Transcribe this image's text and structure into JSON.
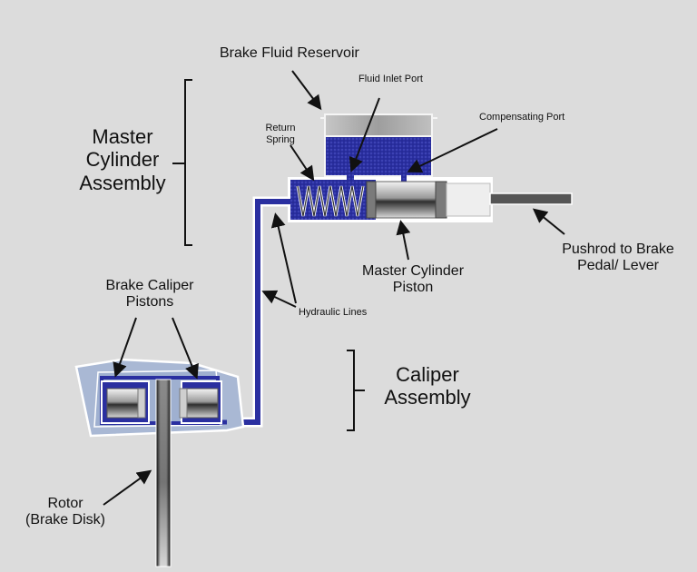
{
  "labels": {
    "reservoir": "Brake Fluid Reservoir",
    "inlet_port": "Fluid Inlet Port",
    "compensating_port": "Compensating Port",
    "return_spring_1": "Return",
    "return_spring_2": "Spring",
    "mc_assembly_1": "Master",
    "mc_assembly_2": "Cylinder",
    "mc_assembly_3": "Assembly",
    "mc_piston_1": "Master Cylinder",
    "mc_piston_2": "Piston",
    "pushrod_1": "Pushrod to Brake",
    "pushrod_2": "Pedal/ Lever",
    "hydraulic_lines": "Hydraulic Lines",
    "caliper_pistons_1": "Brake Caliper",
    "caliper_pistons_2": "Pistons",
    "caliper_assembly_1": "Caliper",
    "caliper_assembly_2": "Assembly",
    "rotor_1": "Rotor",
    "rotor_2": "(Brake Disk)"
  },
  "colors": {
    "background": "#dcdcdc",
    "brake_fluid": "#2a2fa0",
    "reservoir_body": "#b4b4b4",
    "caliper_body": "#a9b8d4",
    "pushrod": "#555555"
  }
}
